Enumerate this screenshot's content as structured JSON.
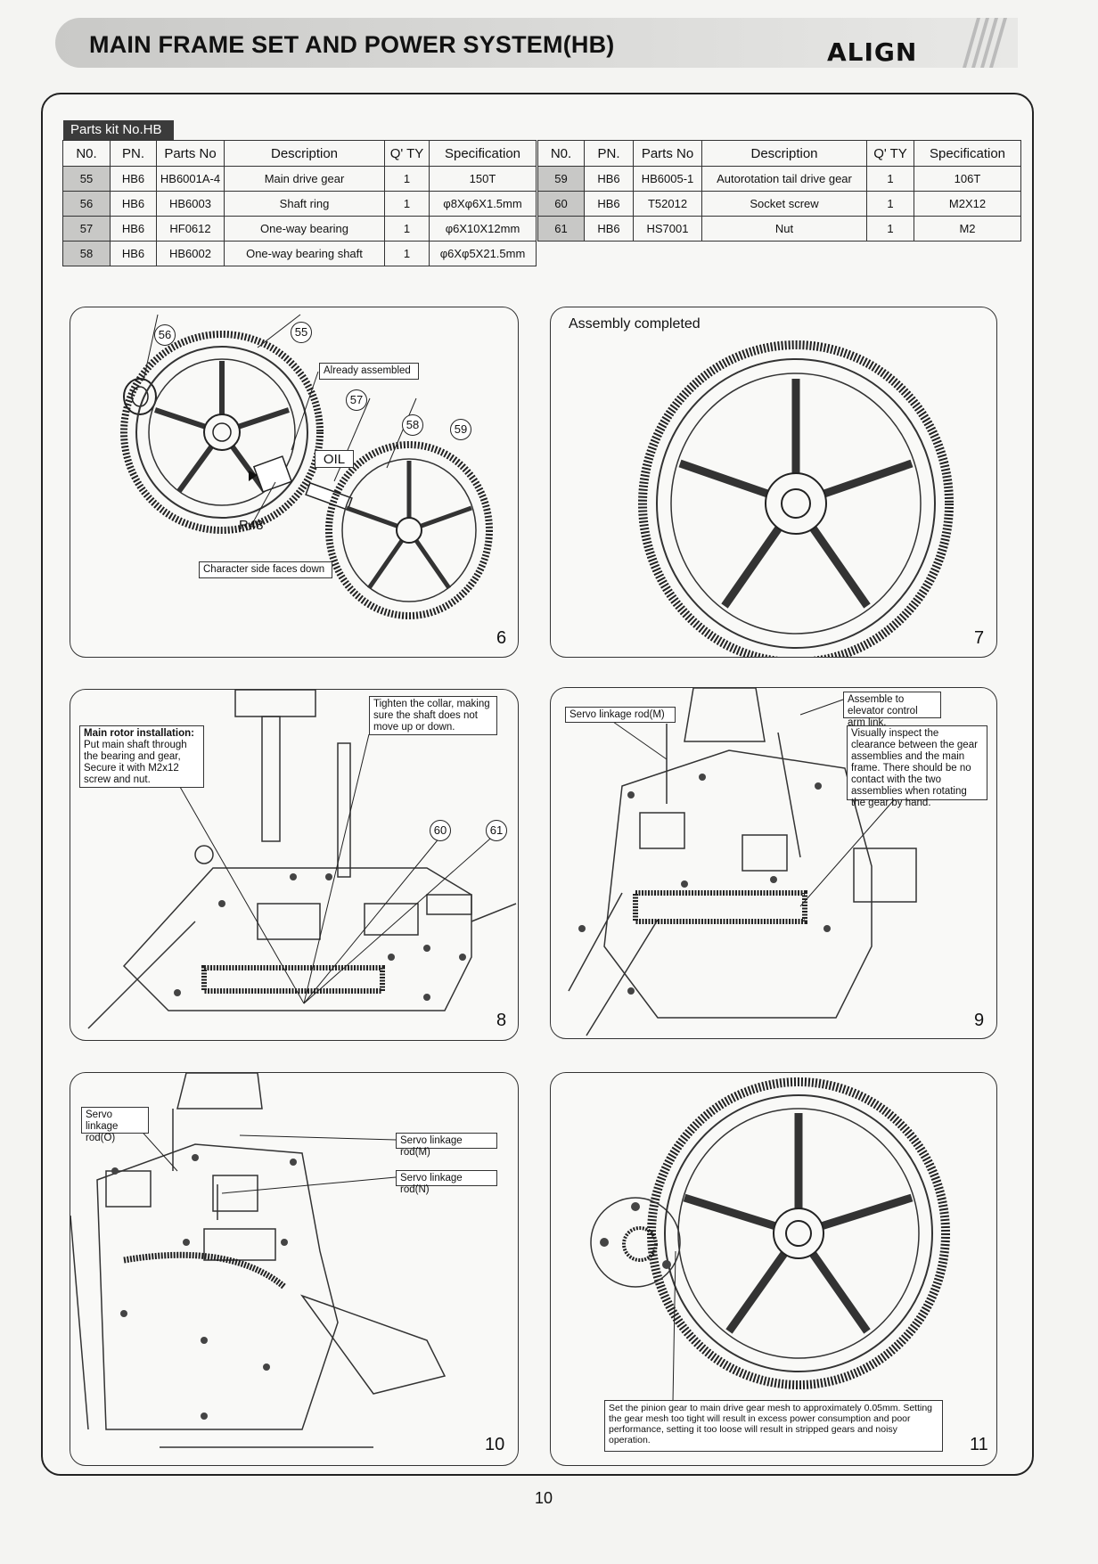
{
  "header": {
    "title": "MAIN FRAME SET AND POWER SYSTEM(HB)",
    "brand": "ALIGN"
  },
  "parts_kit": {
    "label": "Parts kit No.HB",
    "columns": [
      "N0.",
      "PN.",
      "Parts No",
      "Description",
      "Q' TY",
      "Specification"
    ],
    "left_rows": [
      {
        "no": "55",
        "pn": "HB6",
        "parts_no": "HB6001A-4",
        "desc": "Main drive gear",
        "qty": "1",
        "spec": "150T"
      },
      {
        "no": "56",
        "pn": "HB6",
        "parts_no": "HB6003",
        "desc": "Shaft ring",
        "qty": "1",
        "spec": "φ8Xφ6X1.5mm"
      },
      {
        "no": "57",
        "pn": "HB6",
        "parts_no": "HF0612",
        "desc": "One-way bearing",
        "qty": "1",
        "spec": "φ6X10X12mm"
      },
      {
        "no": "58",
        "pn": "HB6",
        "parts_no": "HB6002",
        "desc": "One-way bearing shaft",
        "qty": "1",
        "spec": "φ6Xφ5X21.5mm"
      }
    ],
    "right_rows": [
      {
        "no": "59",
        "pn": "HB6",
        "parts_no": "HB6005-1",
        "desc": "Autorotation tail drive gear",
        "qty": "1",
        "spec": "106T"
      },
      {
        "no": "60",
        "pn": "HB6",
        "parts_no": "T52012",
        "desc": "Socket screw",
        "qty": "1",
        "spec": "M2X12"
      },
      {
        "no": "61",
        "pn": "HB6",
        "parts_no": "HS7001",
        "desc": "Nut",
        "qty": "1",
        "spec": "M2"
      }
    ]
  },
  "steps": {
    "s6": {
      "number": "6",
      "already_assembled": "Already assembled",
      "oil": "OIL",
      "r48": "R48",
      "character_side": "Character side faces down",
      "callouts": [
        "56",
        "55",
        "57",
        "58",
        "59"
      ]
    },
    "s7": {
      "number": "7",
      "title": "Assembly completed"
    },
    "s8": {
      "number": "8",
      "main_rotor_title": "Main rotor installation:",
      "main_rotor_text": "Put main shaft through the bearing and gear, Secure it with M2x12 screw and nut.",
      "tighten": "Tighten the collar, making sure the shaft does not move up or down.",
      "callouts": [
        "60",
        "61"
      ]
    },
    "s9": {
      "number": "9",
      "servo_m": "Servo linkage rod(M)",
      "elevator": "Assemble to elevator control arm link.",
      "inspect": "Visually inspect the clearance between the gear assemblies and the main frame. There should be no contact with the two assemblies when rotating the gear by hand."
    },
    "s10": {
      "number": "10",
      "servo_o": "Servo linkage rod(O)",
      "servo_m": "Servo linkage rod(M)",
      "servo_n": "Servo linkage rod(N)"
    },
    "s11": {
      "number": "11",
      "mesh_note": "Set the pinion gear to main drive gear mesh to approximately 0.05mm. Setting the gear mesh too tight will result in excess power consumption and poor performance, setting it too loose will result in stripped gears and noisy operation."
    }
  },
  "page_number": "10"
}
